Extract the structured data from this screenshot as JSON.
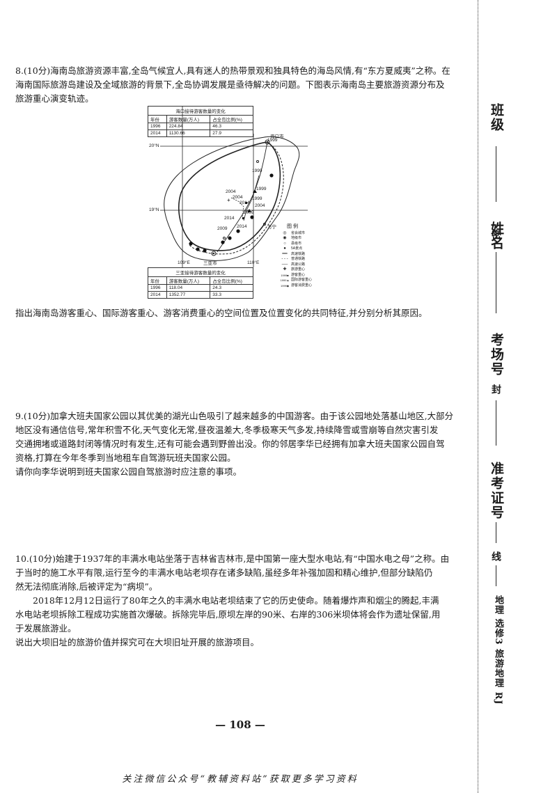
{
  "q8": {
    "intro_line1": "8.(10分)海南岛旅游资源丰富,全岛气候宜人,具有迷人的热带景观和独具特色的海岛风情,有“东方夏威夷”之称。在",
    "intro_line2": "海南国际旅游岛建设及全域旅游的背景下,全岛协调发展是亟待解决的问题。下图表示海南岛主要旅游资源分布及",
    "intro_line3": "旅游重心演变轨迹。",
    "prompt": "指出海南岛游客重心、国际游客重心、游客消费重心的空间位置及位置变化的共同特征,并分别分析其原因。",
    "haikou_table": {
      "caption": "海口接待游客数量的变化",
      "headers": [
        "年份",
        "游客数量(万人)",
        "占全岛比例(%)"
      ],
      "rows": [
        [
          "1996",
          "224.84",
          "46.3"
        ],
        [
          "2014",
          "1130.66",
          "27.9"
        ]
      ]
    },
    "sanya_table": {
      "caption": "三亚接待游客数量的变化",
      "headers": [
        "年份",
        "游客数量(万人)",
        "占全岛比例(%)"
      ],
      "rows": [
        [
          "1996",
          "118.04",
          "24.3"
        ],
        [
          "2014",
          "1352.77",
          "33.3"
        ]
      ]
    },
    "map": {
      "lat_20": "20°N",
      "lat_19": "19°N",
      "lon_109": "109°E",
      "lon_110": "110°E",
      "city_haikou": "海口市",
      "city_sanya": "三亚市",
      "city_wanning": "万宁",
      "years": [
        "1999",
        "1999",
        "2004",
        "2014",
        "1999",
        "2004",
        "2009",
        "2014",
        "2009",
        "2014",
        "1999",
        "2004"
      ],
      "legend_title": "图 例",
      "legend": [
        "省会城市",
        "地级市",
        "县级市",
        "5A景点",
        "高速铁路",
        "普通铁路",
        "高速公路",
        "旅游重心",
        "游客重心",
        "国际游客重心",
        "游客消费重心"
      ],
      "legend_year": "1999"
    }
  },
  "q9": {
    "line1": "9.(10分)加拿大班夫国家公园以其优美的湖光山色吸引了越来越多的中国游客。由于该公园地处落基山地区,大部分",
    "line2": "地区没有通信信号,常年积雪不化,天气变化无常,昼夜温差大,冬季极寒天气多发,持续降雪或雪崩等自然灾害引发",
    "line3": "交通拥堵或道路封闭等情况时有发生,还有可能会遇到野兽出没。你的邻居李华已经拥有加拿大班夫国家公园自驾",
    "line4": "资格,打算在今年冬季到当地租车自驾游玩班夫国家公园。",
    "line5": "请你向李华说明到班夫国家公园自驾旅游时应注意的事项。"
  },
  "q10": {
    "line1": "10.(10分)始建于1937年的丰满水电站坐落于吉林省吉林市,是中国第一座大型水电站,有“中国水电之母”之称。由",
    "line2": "于当时的施工水平有限,运行至今的丰满水电站老坝存在诸多缺陷,虽经多年补强加固和精心维护,但部分缺陷仍",
    "line3": "然无法彻底消除,后被评定为“病坝”。",
    "line4": "2018年12月12日运行了80年之久的丰满水电站老坝结束了它的历史使命。随着爆炸声和烟尘的腾起,丰满",
    "line5": "水电站老坝拆除工程成功实施首次爆破。拆除完毕后,原坝左岸的90米、右岸的306米坝体将会作为遗址保留,用",
    "line6": "于发展旅游业。",
    "line7": "说出大坝旧址的旅游价值并探究可在大坝旧址开展的旅游项目。"
  },
  "side": {
    "class": "班级",
    "name": "姓名",
    "exam_room": "考场号",
    "ticket": "准考证号",
    "seal_mi": "密",
    "seal_feng": "封",
    "seal_xian": "线",
    "book_info": "地理 选修3 旅游地理 RJ"
  },
  "page_number": "— 108 —",
  "footer": "关注微信公众号“教辅资料站”获取更多学习资料"
}
